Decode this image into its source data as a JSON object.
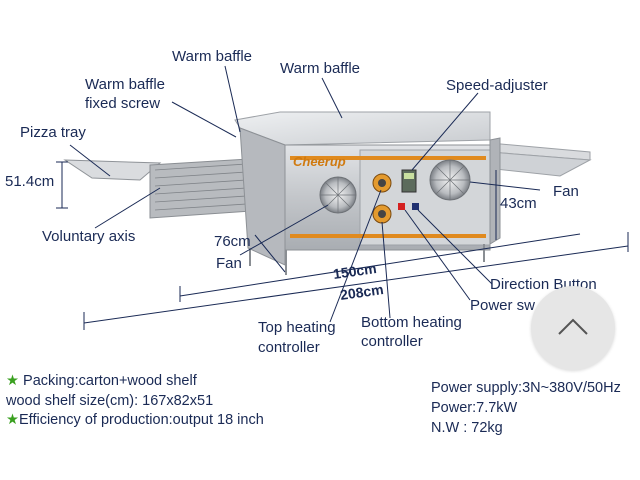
{
  "labels": {
    "warm_baffle_top": "Warm baffle",
    "warm_baffle_mid": "Warm baffle",
    "warm_baffle_fixed_screw_1": "Warm baffle",
    "warm_baffle_fixed_screw_2": "fixed screw",
    "speed_adjuster": "Speed-adjuster",
    "pizza_tray": "Pizza tray",
    "dim_height": "51.4cm",
    "fan_right": "Fan",
    "dim_depth": "43cm",
    "voluntary_axis": "Voluntary axis",
    "dim_width": "76cm",
    "fan_left": "Fan",
    "dim_150": "150cm",
    "dim_208": "208cm",
    "direction_button": "Direction Button",
    "power_switch": "Power sw",
    "top_heating_1": "Top heating",
    "top_heating_2": "controller",
    "bottom_heating_1": "Bottom heating",
    "bottom_heating_2": "controller",
    "brand": "Cheerup"
  },
  "specs": {
    "packing": "Packing:carton+wood shelf",
    "shelf_size": "wood shelf size(cm): 167x82x51",
    "efficiency": "Efficiency of production:output 18 inch",
    "power_supply": "Power supply:3N~380V/50Hz",
    "power": "Power:7.7kW",
    "net_weight": "N.W : 72kg"
  },
  "icons": {
    "star": "★",
    "scroll_top": "chevron-up-icon"
  },
  "colors": {
    "text": "#1a2a55",
    "star": "#3aa020",
    "stainless": "#c9ccd0",
    "accent_stripe": "#e08a1e"
  }
}
